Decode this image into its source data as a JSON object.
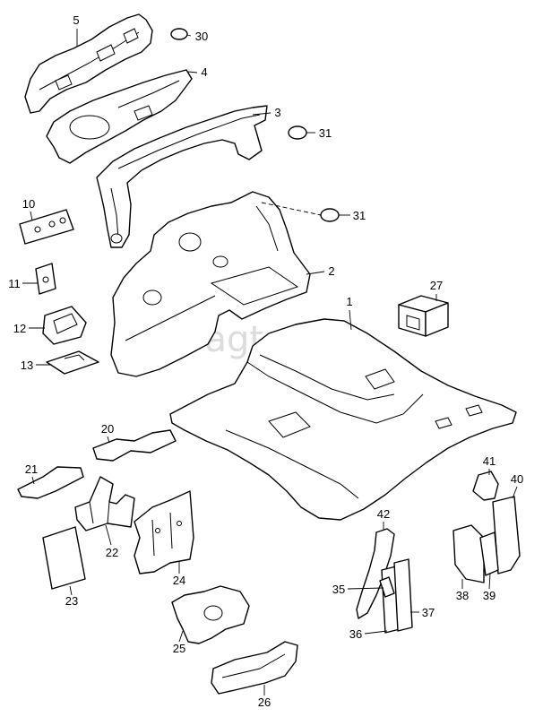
{
  "watermark": "vagtec.ru",
  "colors": {
    "line": "#000000",
    "fill": "#ffffff",
    "watermark": "#dcdcdc"
  },
  "callouts": [
    "5",
    "30",
    "4",
    "3",
    "31",
    "10",
    "31",
    "2",
    "11",
    "27",
    "1",
    "12",
    "13",
    "20",
    "21",
    "41",
    "40",
    "42",
    "22",
    "24",
    "23",
    "35",
    "37",
    "38",
    "39",
    "36",
    "25",
    "26"
  ]
}
